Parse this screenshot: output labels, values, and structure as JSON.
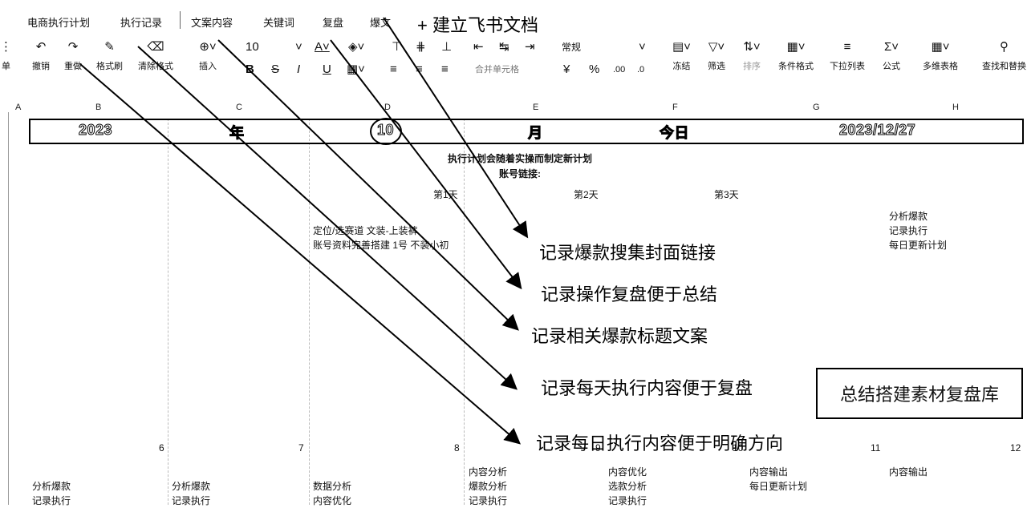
{
  "tabs": [
    "电商执行计划",
    "执行记录",
    "文案内容",
    "关键词",
    "复盘",
    "爆文"
  ],
  "new_doc_label": "+ 建立飞书文档",
  "toolbar": {
    "edge": "单",
    "undo": "撤销",
    "redo": "重做",
    "format_painter": "格式刷",
    "clear_format": "清除格式",
    "insert": "插入",
    "font_size": "10",
    "merge_cells": "合并单元格",
    "number_format": "常规",
    "currency": "¥",
    "percent": "%",
    "freeze": "冻结",
    "filter": "筛选",
    "sort": "排序",
    "conditional_format": "条件格式",
    "dropdown_list": "下拉列表",
    "formula": "公式",
    "multi_table": "多维表格",
    "find_replace": "查找和替换"
  },
  "columns": [
    "A",
    "B",
    "C",
    "D",
    "E",
    "F",
    "G",
    "H"
  ],
  "date_band": {
    "year": "2023",
    "year_unit": "年",
    "month": "10",
    "month_unit": "月",
    "today_label": "今日",
    "today_value": "2023/12/27"
  },
  "sheet": {
    "plan_note": "执行计划会随着实操而制定新计划",
    "account_link": "账号链接:",
    "days": [
      "第1天",
      "第2天",
      "第3天"
    ],
    "setup_note": [
      "定位/选赛道 文装-上装裤",
      "账号资料完善搭建 1号 不装小初"
    ],
    "right_list": [
      "分析爆款",
      "记录执行",
      "每日更新计划"
    ],
    "row_numbers": [
      "6",
      "7",
      "8",
      "9",
      "10",
      "11",
      "12"
    ],
    "bottom": [
      [
        "分析爆款",
        "记录执行"
      ],
      [
        "分析爆款",
        "记录执行"
      ],
      [
        "数据分析",
        "内容优化"
      ],
      [
        "内容分析",
        "爆款分析",
        "记录执行"
      ],
      [
        "内容优化",
        "选款分析",
        "记录执行"
      ],
      [
        "内容输出",
        "每日更新计划"
      ],
      [
        "内容输出"
      ]
    ]
  },
  "callouts": [
    "记录爆款搜集封面链接",
    "记录操作复盘便于总结",
    "记录相关爆款标题文案",
    "记录每天执行内容便于复盘",
    "记录每日执行内容便于明确方向"
  ],
  "box_callout": "总结搭建素材复盘库"
}
